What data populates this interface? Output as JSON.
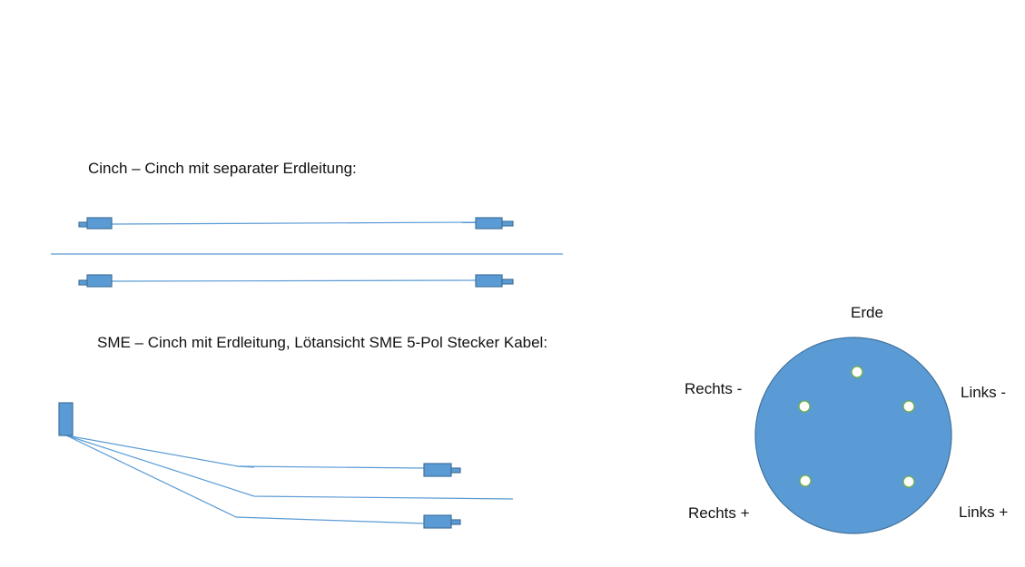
{
  "cinch_title": "Cinch – Cinch mit separater Erdleitung:",
  "sme_title": "SME – Cinch mit Erdleitung, Lötansicht SME 5-Pol Stecker Kabel:",
  "pins": {
    "erde": "Erde",
    "rechts_minus": "Rechts -",
    "links_minus": "Links -",
    "rechts_plus": "Rechts +",
    "links_plus": "Links +"
  },
  "colors": {
    "fill": "#5b9bd5",
    "stroke": "#41719c",
    "wire": "#5b9bd5",
    "pin_stroke": "#70ad47"
  }
}
